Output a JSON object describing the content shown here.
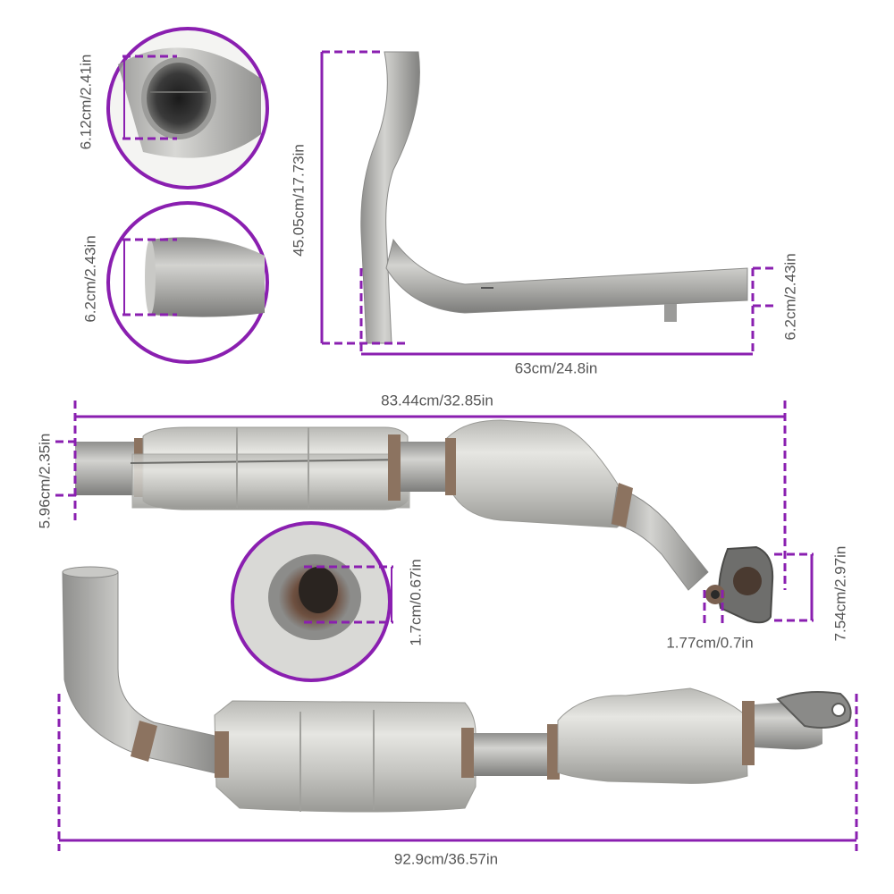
{
  "colors": {
    "dimension_line": "#8a1fb0",
    "callout_circle": "#8a1fb0",
    "label_text": "#555555",
    "pipe_metal": "#a9a9a7",
    "converter_shell": "#c6c6c2",
    "weld_bronze": "#7a5a40",
    "background": "#ffffff"
  },
  "dimensions": {
    "inlet_inner_diameter": "6.12cm/2.41in",
    "outlet_outer_diameter": "6.2cm/2.43in",
    "y_pipe_height": "45.05cm/17.73in",
    "y_pipe_outlet_diameter": "6.2cm/2.43in",
    "y_pipe_length": "63cm/24.8in",
    "front_pipe_total_length": "83.44cm/32.85in",
    "front_pipe_diameter": "5.96cm/2.35in",
    "flange_height": "7.54cm/2.97in",
    "o2_sensor_port_width": "1.77cm/0.7in",
    "o2_port_inner_diameter": "1.7cm/0.67in",
    "rear_pipe_total_length": "92.9cm/36.57in"
  }
}
